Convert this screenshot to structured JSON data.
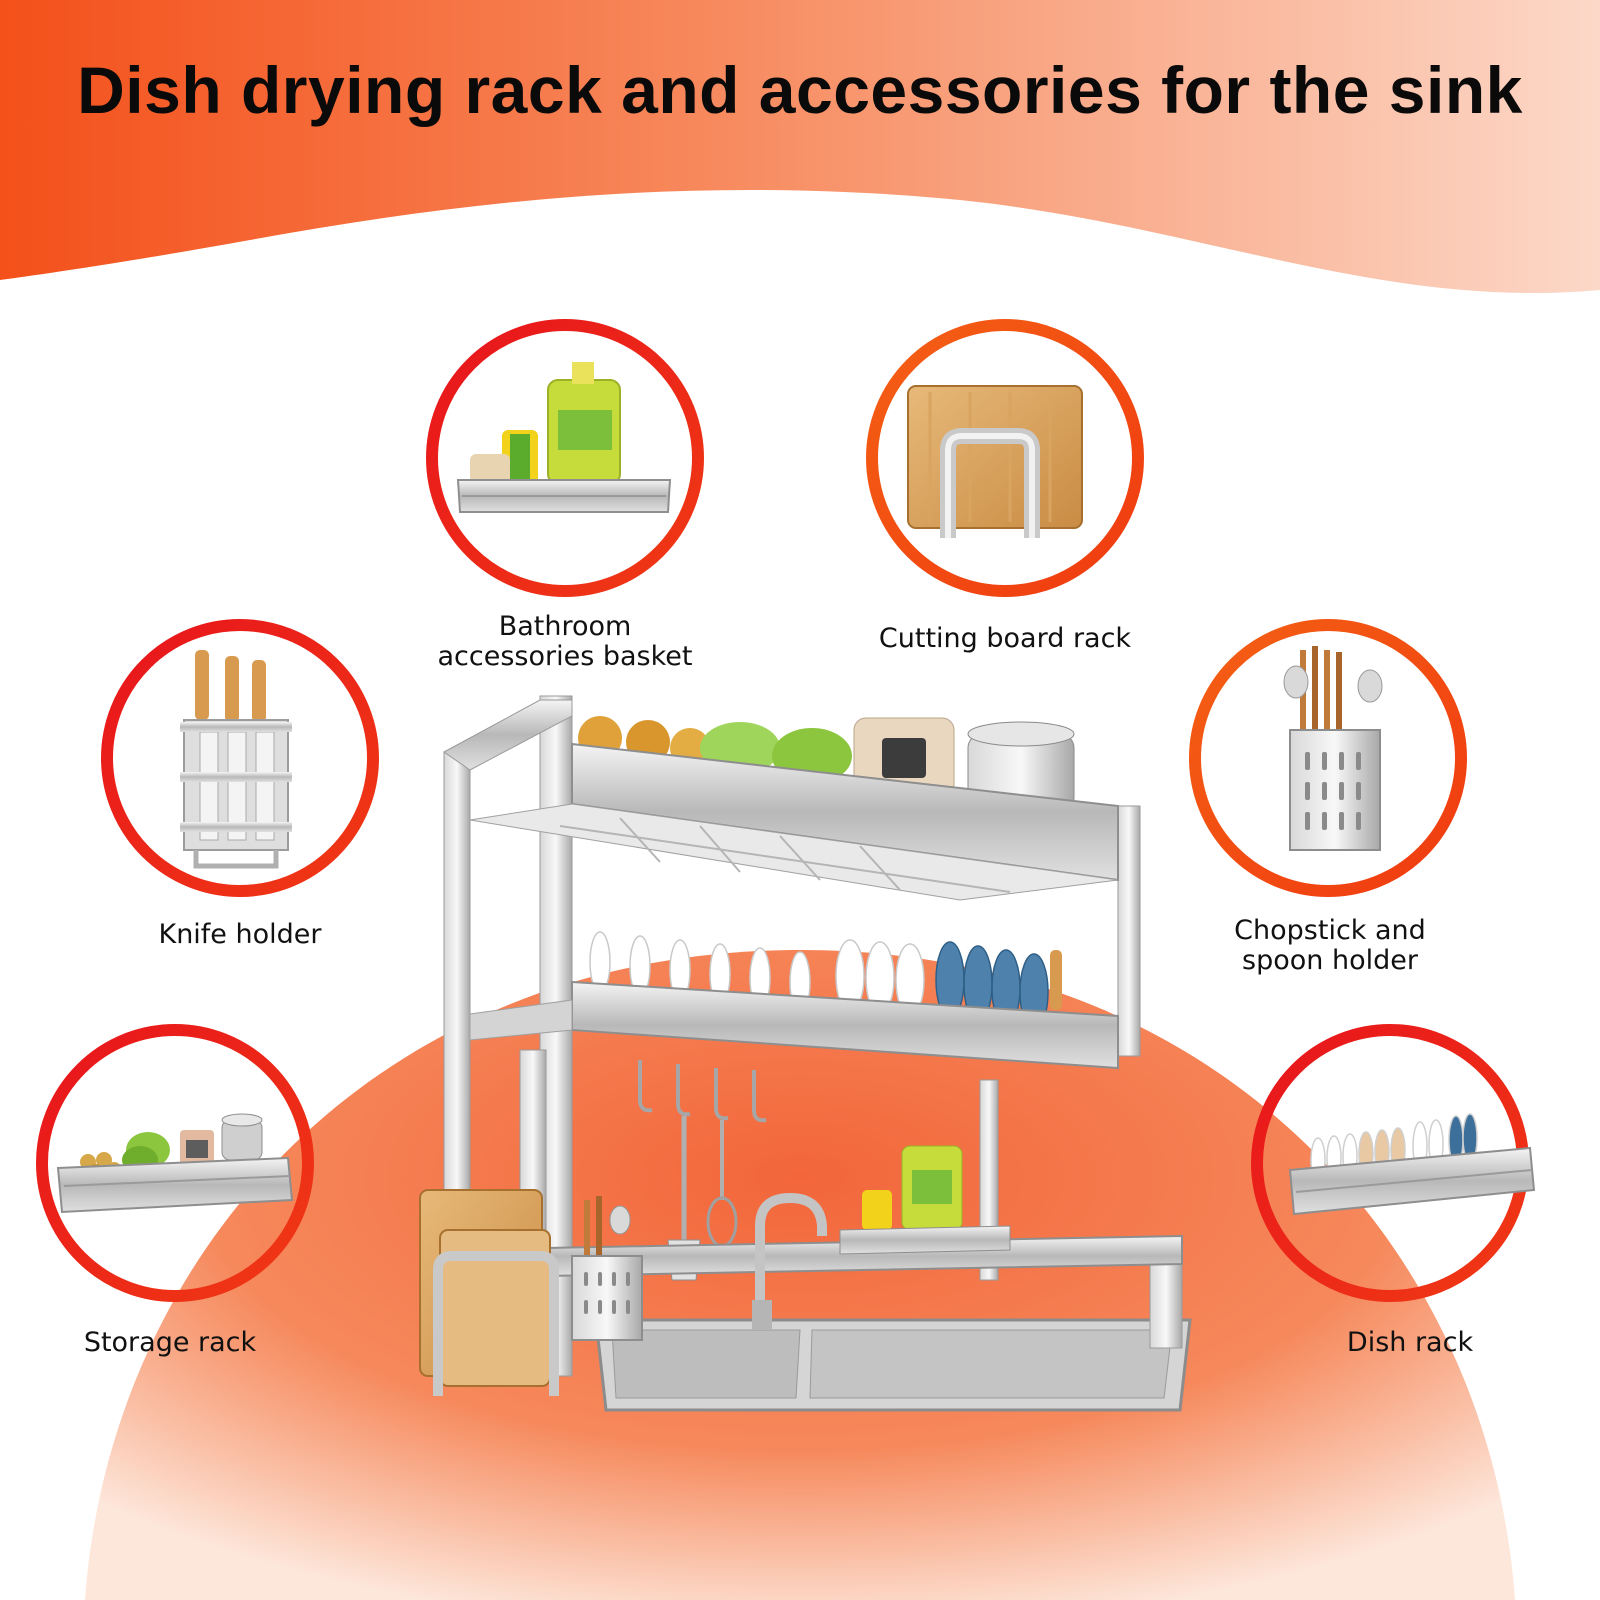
{
  "title": "Dish drying rack and accessories for the sink",
  "colors": {
    "accent_red": "#e8141c",
    "accent_orange": "#f4500f",
    "banner_orange": "#f56a3a",
    "backdrop_orange": "#f47a4c"
  },
  "accessories": [
    {
      "label": "Bathroom\naccessories basket",
      "icon": "soap-basket-icon"
    },
    {
      "label": "Cutting board rack",
      "icon": "cutting-board-rack-icon"
    },
    {
      "label": "Knife holder",
      "icon": "knife-holder-icon"
    },
    {
      "label": "Chopstick and\nspoon holder",
      "icon": "utensil-holder-icon"
    },
    {
      "label": "Storage rack",
      "icon": "storage-tray-icon"
    },
    {
      "label": "Dish rack",
      "icon": "dish-rack-icon"
    }
  ],
  "main_product": {
    "icon": "over-sink-dish-rack-illustration"
  }
}
